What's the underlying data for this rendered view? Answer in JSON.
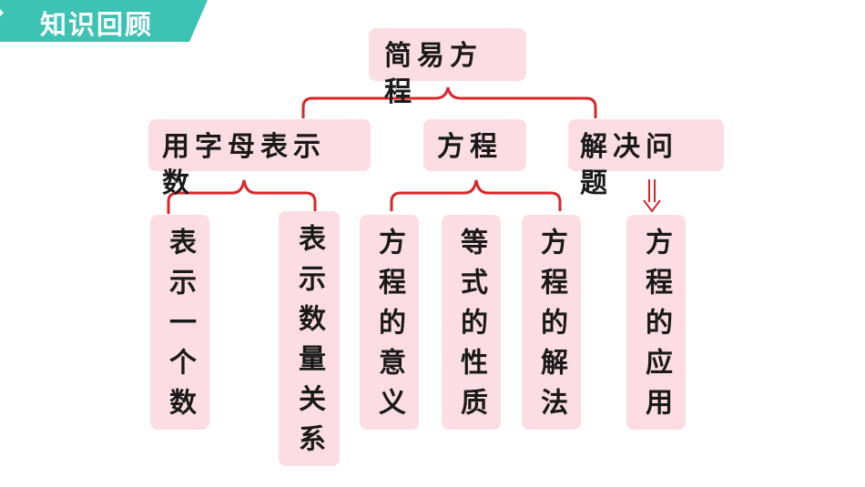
{
  "banner": {
    "title": "知识回顾"
  },
  "root": {
    "label": "简易方程"
  },
  "level1": [
    {
      "label": "用字母表示数"
    },
    {
      "label": "方程"
    },
    {
      "label": "解决问题"
    }
  ],
  "leaves": [
    {
      "label": "表示一个数"
    },
    {
      "label": "表示数量关系"
    },
    {
      "label": "方程的意义"
    },
    {
      "label": "等式的性质"
    },
    {
      "label": "方程的解法"
    },
    {
      "label": "方程的应用"
    }
  ],
  "colors": {
    "banner": "#3cc3b4",
    "box": "#fbdde3",
    "connector": "#d9262b"
  }
}
